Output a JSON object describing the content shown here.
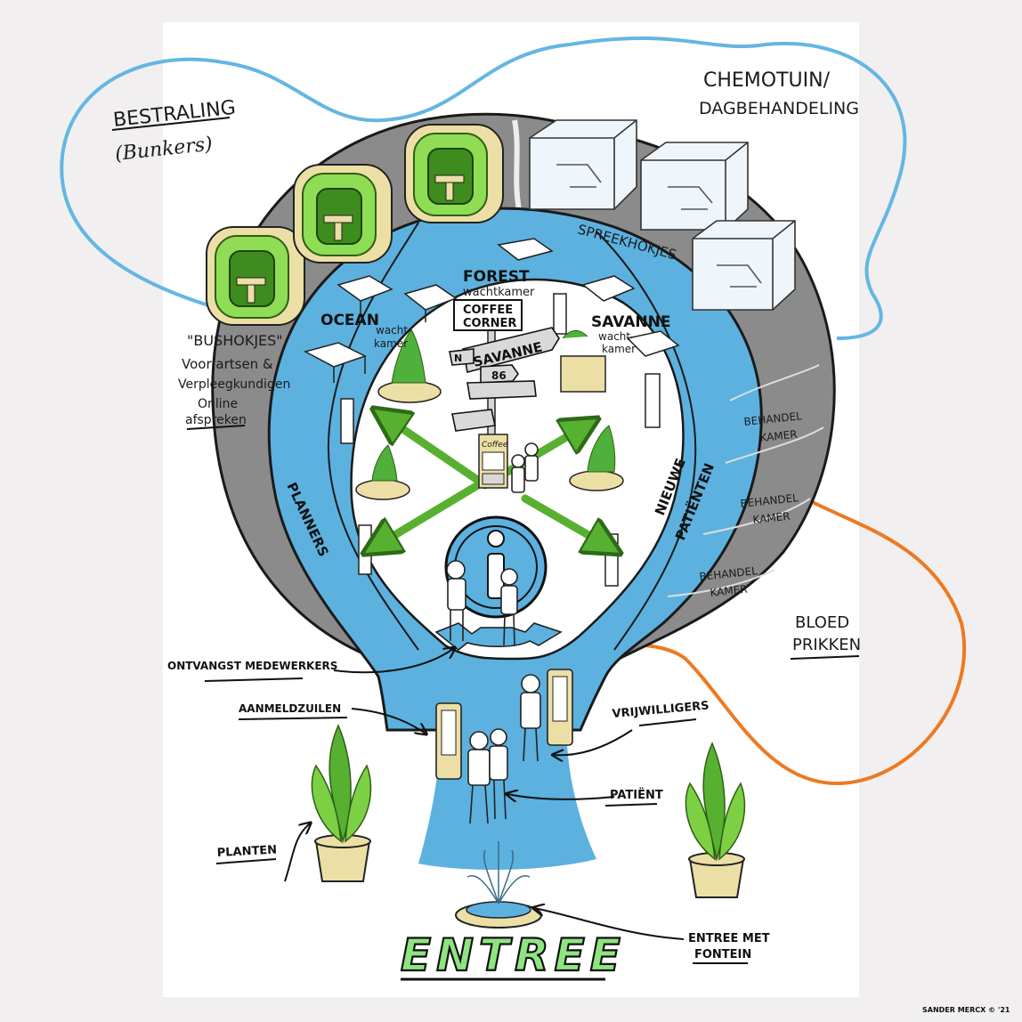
{
  "zones": {
    "bestraling_line1": "BESTRALING",
    "bestraling_line2": "(Bunkers)",
    "chemotuin_line1": "CHEMOTUIN/",
    "chemotuin_line2": "DAGBEHANDELING",
    "spreekhokjes": "SPREEKHOKJES",
    "bloedprikken_line1": "BLOED",
    "bloedprikken_line2": "PRIKKEN"
  },
  "bushokjes": {
    "title": "\"BUSHOKJES\"",
    "line1": "Voor artsen &",
    "line2": "Verpleegkundigen",
    "line3": "Online",
    "line4": "afspreken"
  },
  "waiting_rooms": {
    "forest": "FOREST",
    "forest_sub": "wachtkamer",
    "ocean": "OCEAN",
    "ocean_sub1": "wacht-",
    "ocean_sub2": "kamer",
    "savanne": "SAVANNE",
    "savanne_sub1": "wacht-",
    "savanne_sub2": "kamer"
  },
  "signpost": {
    "coffee_line1": "COFFEE",
    "coffee_line2": "CORNER",
    "savanne": "SAVANNE",
    "number": "86",
    "left_stub": "N"
  },
  "flows": {
    "planners": "PLANNERS",
    "nieuwe_line1": "NIEUWE",
    "nieuwe_line2": "PATIËNTEN"
  },
  "behandel": [
    {
      "line1": "BEHANDEL",
      "line2": "KAMER"
    },
    {
      "line1": "BEHANDEL",
      "line2": "KAMER"
    },
    {
      "line1": "BEHANDEL",
      "line2": "KAMER"
    }
  ],
  "callouts": {
    "ontvangst": "ONTVANGST MEDEWERKERS",
    "aanmeldzuilen": "AANMELDZUILEN",
    "vrijwilligers": "VRIJWILLIGERS",
    "patient": "PATIËNT",
    "planten": "PLANTEN",
    "entree_met_line1": "ENTREE MET",
    "entree_met_line2": "FONTEIN"
  },
  "coffee_machine": "Coffee",
  "info_symbol": "i",
  "entrance_title": "ENTREE",
  "signature": "SANDER MERCX © '21",
  "colors": {
    "water_blue": "#5cb1df",
    "outline_blue": "#64b6e3",
    "dark_gray": "#8b8b8b",
    "green_arrow": "#58b031",
    "bushokje_green": "#8fdc55",
    "beige": "#ecdfa6",
    "orange": "#ec7a22",
    "entree_green": "#8ee57f"
  }
}
